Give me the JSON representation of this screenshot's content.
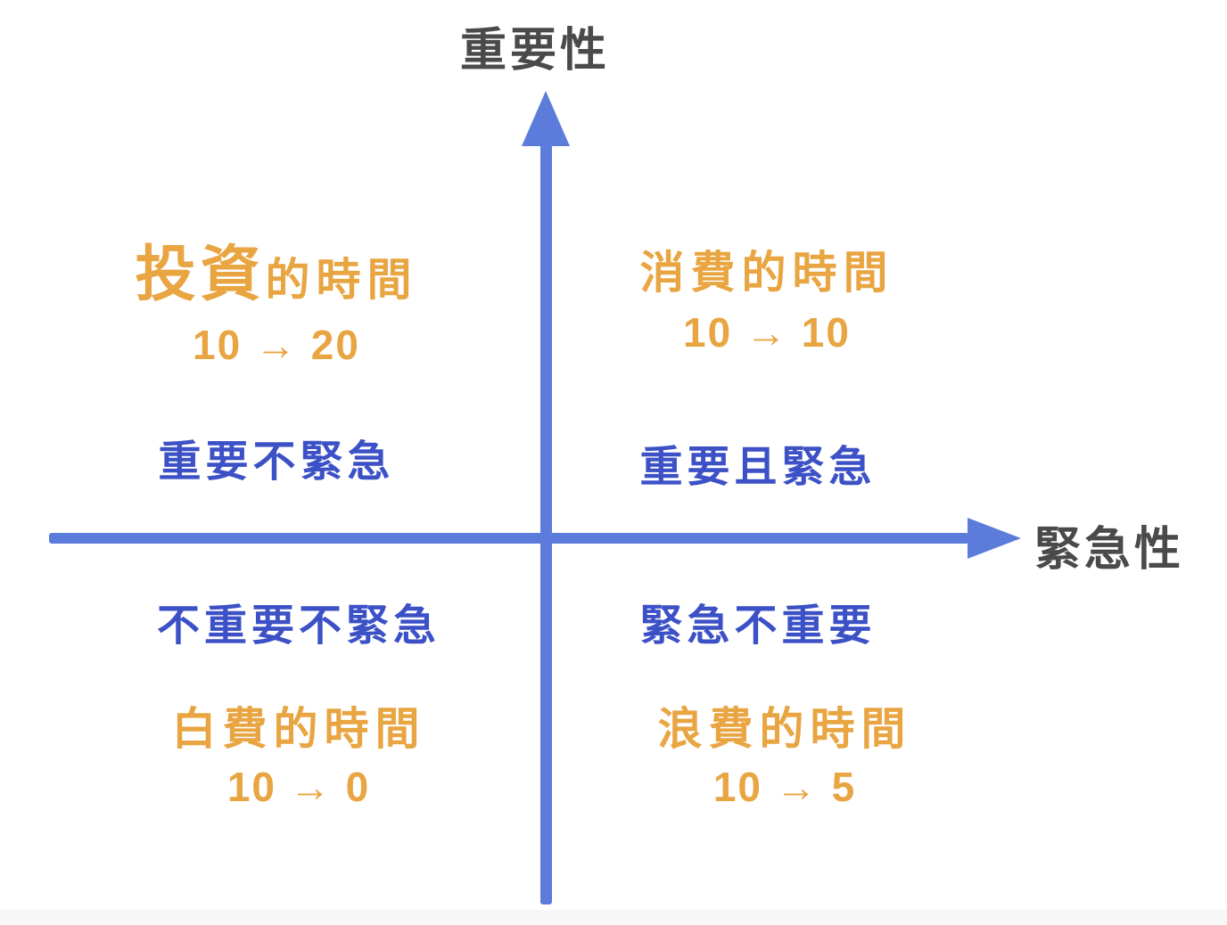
{
  "colors": {
    "background": "#FFFFFF",
    "axis_blue": "#5C7CDB",
    "axis_label_gray": "#4A4A4A",
    "quadrant_blue": "#3C51C6",
    "quadrant_orange": "#E8A542",
    "footer_strip": "#F7F7F8"
  },
  "axes": {
    "y_label": "重要性",
    "x_label": "緊急性"
  },
  "quadrants": {
    "top_left": {
      "time_type_emphasis": "投資",
      "time_type_rest": "的時間",
      "value_change": "10 → 20",
      "category": "重要不緊急"
    },
    "top_right": {
      "time_type": "消費的時間",
      "value_change": "10 → 10",
      "category": "重要且緊急"
    },
    "bottom_left": {
      "category": "不重要不緊急",
      "time_type": "白費的時間",
      "value_change": "10 → 0"
    },
    "bottom_right": {
      "category": "緊急不重要",
      "time_type": "浪費的時間",
      "value_change": "10 → 5"
    }
  }
}
